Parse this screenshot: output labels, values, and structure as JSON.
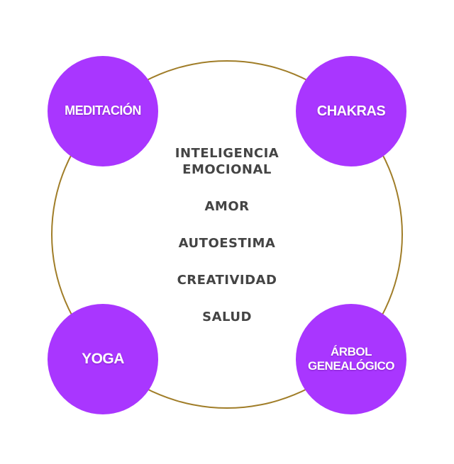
{
  "colors": {
    "node_fill": "#a936ff",
    "ring_stroke": "#a07d28",
    "center_text": "#444444",
    "node_text": "#ffffff"
  },
  "nodes": [
    {
      "id": "meditacion",
      "lines": [
        "MEDITACIÓN"
      ]
    },
    {
      "id": "chakras",
      "lines": [
        "CHAKRAS"
      ]
    },
    {
      "id": "yoga",
      "lines": [
        "YOGA"
      ]
    },
    {
      "id": "arbol",
      "lines": [
        "ÁRBOL",
        "GENEALÓGICO"
      ]
    }
  ],
  "center_items": [
    {
      "lines": [
        "INTELIGENCIA",
        "EMOCIONAL"
      ]
    },
    {
      "lines": [
        "AMOR"
      ]
    },
    {
      "lines": [
        "AUTOESTIMA"
      ]
    },
    {
      "lines": [
        "CREATIVIDAD"
      ]
    },
    {
      "lines": [
        "SALUD"
      ]
    }
  ]
}
